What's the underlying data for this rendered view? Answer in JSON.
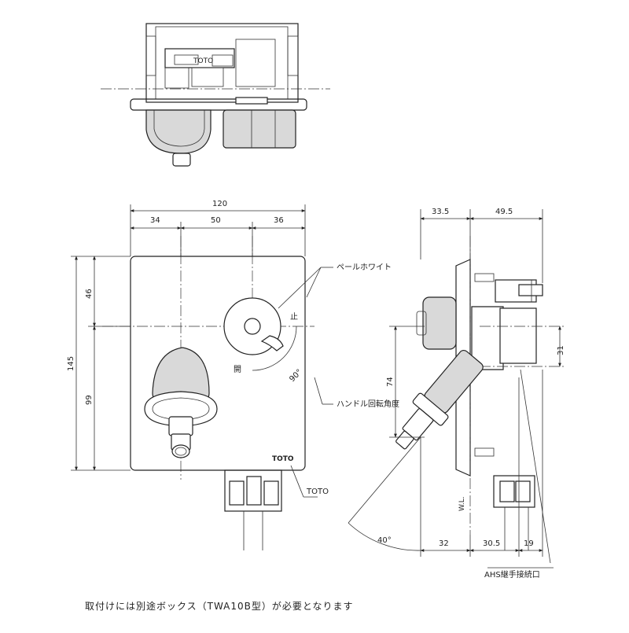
{
  "dimensions": {
    "front_total_width": "120",
    "front_left_offset": "34",
    "front_middle": "50",
    "front_right_offset": "36",
    "front_total_height": "145",
    "front_upper_height": "46",
    "front_lower_height": "99",
    "side_left_depth": "33.5",
    "side_right_depth": "49.5",
    "side_height_74": "74",
    "side_height_31": "31",
    "side_bottom_32": "32",
    "side_bottom_30_5": "30.5",
    "side_bottom_19": "19",
    "handle_angle": "90°",
    "spout_angle": "40°",
    "wall_line": "W.L."
  },
  "labels": {
    "color_callout": "ペールホワイト",
    "handle_rotation": "ハンドル回転角度",
    "brand_callout": "TOTO",
    "brand_plate": "TOTO",
    "top_view_brand": "TOTO",
    "open_mark": "開",
    "stop_mark": "止",
    "ahs_port": "AHS継手接続口"
  },
  "footer": {
    "note": "取付けには別途ボックス（TWA10B型）が必要となります"
  }
}
